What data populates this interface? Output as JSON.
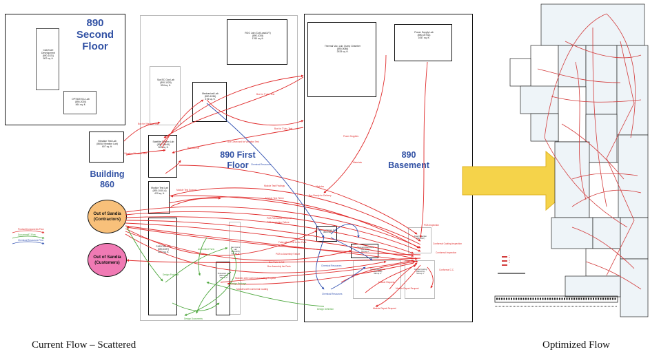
{
  "left_panel": {
    "second_floor": {
      "title": "890\nSecond\nFloor",
      "room_cad": "CAD/CAE Development\n(890-1021)\n987 sq. ft.",
      "room_optic": "OPTIDEVCL Lab\n(890-2020)\n464 sq. ft."
    },
    "building_860": {
      "title": "Building\n860",
      "room": "Vibration Test Lab\n(860A Vibration Lab)\n607 sq. ft."
    },
    "first_floor": {
      "title": "890 First\nFloor",
      "rooms": {
        "sys_bc": "Sys BC Gas Lab\n(890-1028)\n594 sq. ft.",
        "mech": "Mechanical Lab\n(890-1036)\n476 sq. ft.",
        "rgg": "RGG Lab (Cut/Load/A/T)\n(890-1035)\n1760 sq. ft.",
        "satellite": "Satellite System Lab\n(890-1064A)\n967 sq. ft.",
        "module_test": "Module Test Lab\n(890-1040-A)\n420 sq. ft.",
        "cad_lab": "CAD/CAE Lab\n(890-1027)\n1120 sq. ft.",
        "prod_lab": "Production Lab\n(890-1132)\n436 sq. ft.",
        "ante": "Gen Comm Lab\n(890-1070)\n432 sq. ft."
      }
    },
    "basement": {
      "title": "890\nBasement",
      "rooms": {
        "thermal": "Thermal Vac. Lab, Dump Chamber\n(890-0086)\n2633 sq. ft.",
        "power": "Power Supply Lab\n(890-0070A)\n1057 sq. ft.",
        "clean": "Clean and Dock Area\n(890-0021)\n234 sq. ft.",
        "special": "Special Repair Lab\n(890-0020)\n394 sq. ft.",
        "cut_cool": "Cut and Cooling\n(890-0074)\n394 sq. ft.",
        "chemical_storage": "Chemical Storage Area\n(890-0111)",
        "inspection": "Final Inspection\n(890-0047)"
      }
    },
    "out_contractors": "Out of Sandia\n(Contractors)",
    "out_customers": "Out of Sandia\n(Customers)",
    "legend": [
      "Product/Components Flow",
      "Document/IT Flow",
      "Chemical Resources Flow"
    ],
    "flow_labels": [
      "Box for T.Vac. Test",
      "Box for Vibration Test",
      "Box for T.Vac. Test",
      "Box with Mil",
      "Box Clean and for Vibration Test",
      "Chemical Resources",
      "Vibration Vibration Test",
      "Power Supplies",
      "Materials",
      "Module Test Findings",
      "Module Test Support",
      "Modules",
      "Box Ready for Delivery",
      "Module Test Finish",
      "PCB Fabrication Request",
      "PCB Inspection Failure",
      "PCB Inspection",
      "Conformal Coating Inspection",
      "Conformal Inspection",
      "Fabrication PCB to the Parts",
      "PCB to Assembly Failure",
      "Chemical Resources",
      "Box Parts to Mil",
      "Box Assembly the Parts",
      "Modules with Conformal Coating Request",
      "Modules with Conformal Coating",
      "Module Request",
      "Module Repair Request",
      "Module Repair Request",
      "Chemical Resources",
      "Design Package",
      "Design Package",
      "Design Documents",
      "Design Definition",
      "Conformal C.C.",
      "Assembled Parts"
    ]
  },
  "arrow": {
    "color": "#f5d34a"
  },
  "right_panel": {
    "label_small": "1\n2\n3\n4"
  },
  "captions": {
    "left": "Current Flow – Scattered",
    "right": "Optimized Flow"
  },
  "colors": {
    "product_flow": "#e02a2a",
    "document_flow": "#4aa53a",
    "chemical_flow": "#2f4fb0",
    "blue_text": "#3151a4",
    "contractors_fill": "#f8c07a",
    "customers_fill": "#f07ab4"
  }
}
